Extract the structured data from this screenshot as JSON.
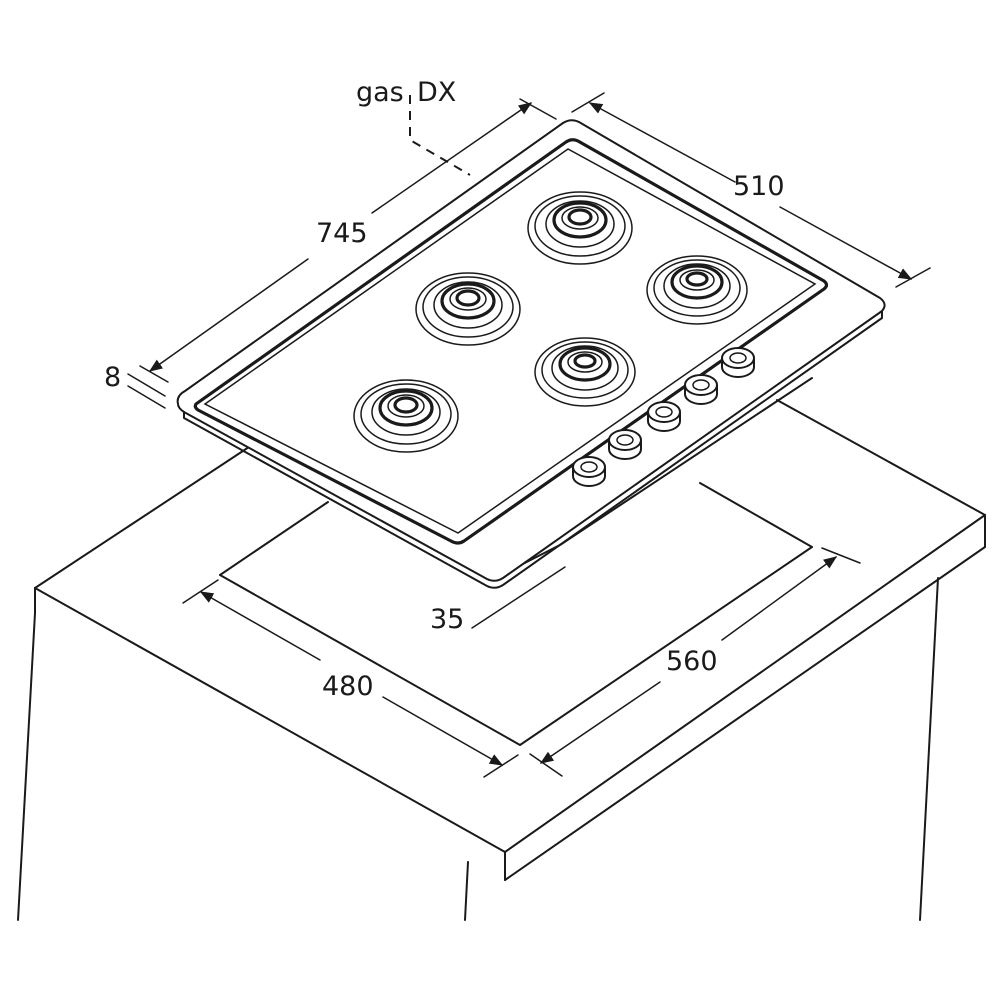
{
  "labels": {
    "gas_side": "gas",
    "gas_dx": "DX"
  },
  "dimensions": {
    "hob_length": "745",
    "hob_depth": "510",
    "glass_thickness": "8",
    "cutout_depth": "480",
    "cutout_length": "560",
    "cutout_offset": "35"
  },
  "hob": {
    "burners": 5,
    "knobs": 5
  },
  "colors": {
    "line": "#1a1a1a",
    "background": "#ffffff"
  }
}
